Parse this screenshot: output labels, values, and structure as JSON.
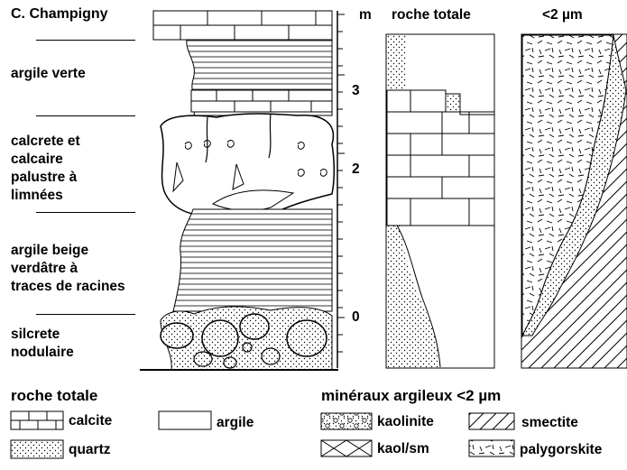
{
  "column_title": "C. Champigny",
  "scale_unit": "m",
  "scale_ticks": [
    "3",
    "2",
    "0"
  ],
  "headers": {
    "bulk": "roche totale",
    "clay": "<2 µm"
  },
  "units": [
    {
      "label": "argile verte"
    },
    {
      "label": "calcrete et\ncalcaire\npalustre à\nlimnées"
    },
    {
      "label": "argile beige\nverdâtre à\ntraces de racines"
    },
    {
      "label": "silcrete\nnodulaire"
    }
  ],
  "legend": {
    "bulk_title": "roche totale",
    "clay_title": "minéraux argileux <2 µm",
    "items": [
      {
        "label": "calcite",
        "pattern": "bricks"
      },
      {
        "label": "quartz",
        "pattern": "dots"
      },
      {
        "label": "argile",
        "pattern": "blank"
      },
      {
        "label": "kaolinite",
        "pattern": "circles"
      },
      {
        "label": "kaol/sm",
        "pattern": "crosshatch"
      },
      {
        "label": "smectite",
        "pattern": "diagonal"
      },
      {
        "label": "palygorskite",
        "pattern": "dashes"
      }
    ]
  }
}
